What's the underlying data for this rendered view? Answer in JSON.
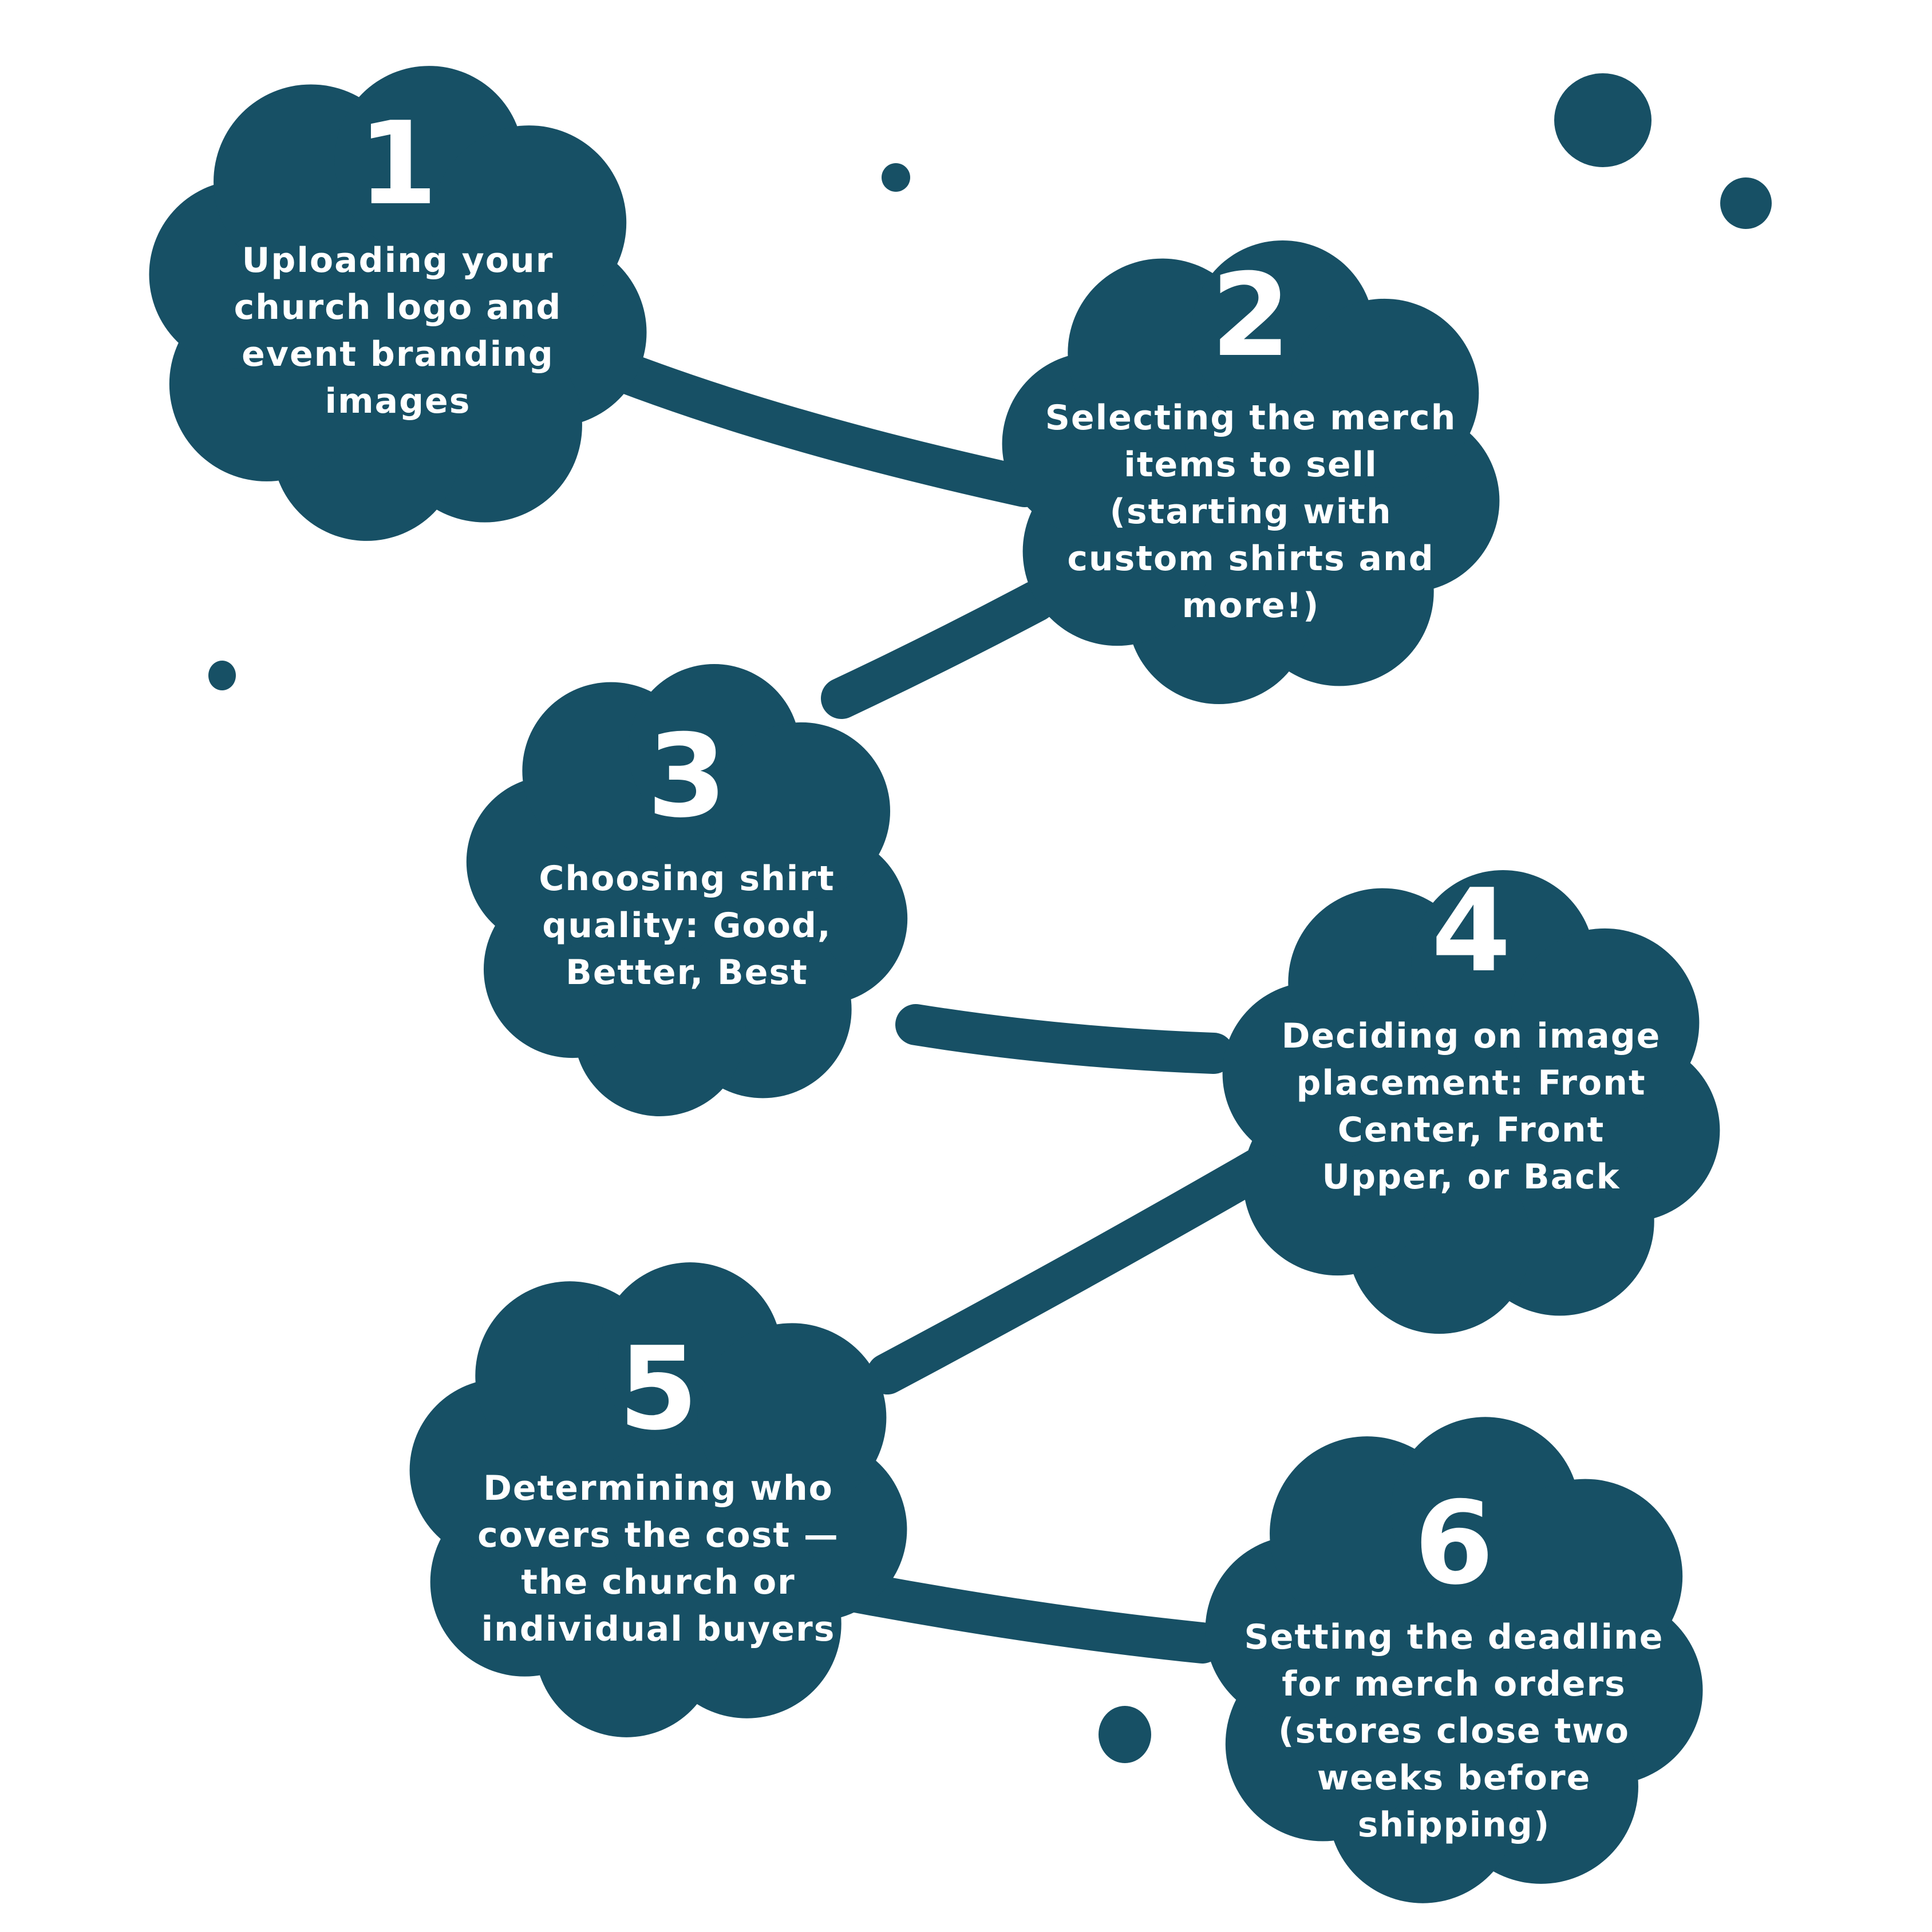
{
  "colors": {
    "shape": "#175065",
    "text": "#ffffff",
    "background": "#ffffff"
  },
  "steps": [
    {
      "number": "1",
      "lines": [
        "Uploading your",
        "church logo and",
        "event branding",
        "images"
      ]
    },
    {
      "number": "2",
      "lines": [
        "Selecting the merch",
        "items to sell",
        "(starting with",
        "custom shirts and",
        "more!)"
      ]
    },
    {
      "number": "3",
      "lines": [
        "Choosing shirt",
        "quality: Good,",
        "Better, Best"
      ]
    },
    {
      "number": "4",
      "lines": [
        "Deciding on image",
        "placement: Front",
        "Center, Front",
        "Upper, or Back"
      ]
    },
    {
      "number": "5",
      "lines": [
        "Determining who",
        "covers the cost —",
        "the church or",
        "individual buyers"
      ]
    },
    {
      "number": "6",
      "lines": [
        "Setting the deadline",
        "for merch orders",
        "(stores close two",
        "weeks before",
        "shipping)"
      ]
    }
  ]
}
